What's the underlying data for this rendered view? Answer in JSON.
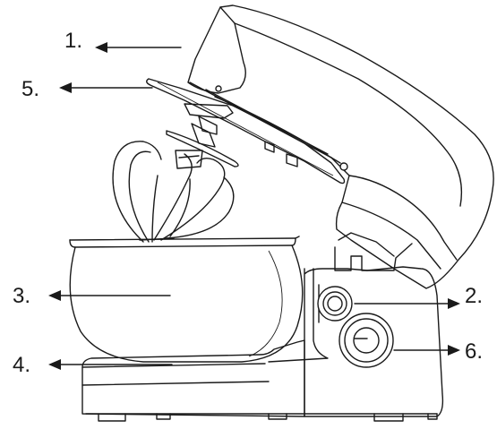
{
  "labels": {
    "l1": "1.",
    "l2": "2.",
    "l3": "3.",
    "l4": "4.",
    "l5": "5.",
    "l6": "6."
  },
  "colors": {
    "line": "#1a1a1a",
    "background": "#ffffff"
  },
  "icons": [
    "stand-mixer-illustration",
    "arrow-icon"
  ]
}
